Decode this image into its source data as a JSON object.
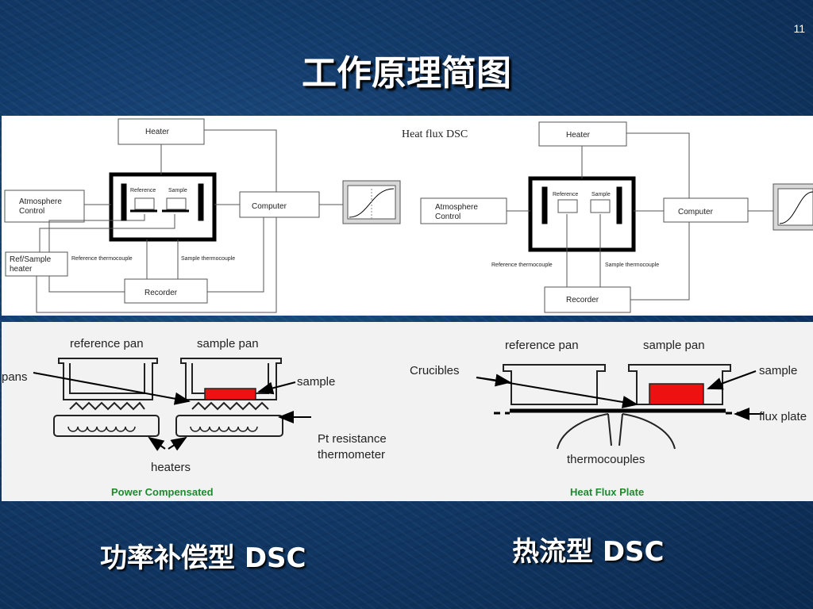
{
  "slide": {
    "page_number": "11",
    "title": "工作原理简图"
  },
  "top_left": {
    "heater": "Heater",
    "atmosphere_line1": "Atmosphere",
    "atmosphere_line2": "Control",
    "reference": "Reference",
    "sample": "Sample",
    "computer": "Computer",
    "ref_sample_heater_line1": "Ref/Sample",
    "ref_sample_heater_line2": "heater",
    "reference_thermocouple": "Reference thermocouple",
    "sample_thermocouple": "Sample thermocouple",
    "recorder": "Recorder"
  },
  "top_right": {
    "label": "Heat flux DSC",
    "heater": "Heater",
    "atmosphere_line1": "Atmosphere",
    "atmosphere_line2": "Control",
    "reference": "Reference",
    "sample": "Sample",
    "computer": "Computer",
    "reference_thermocouple": "Reference thermocouple",
    "sample_thermocouple": "Sample thermocouple",
    "recorder": "Recorder"
  },
  "bottom_left": {
    "reference_pan": "reference pan",
    "sample_pan": "sample pan",
    "pans": "pans",
    "sample": "sample",
    "pt_line1": "Pt resistance",
    "pt_line2": "thermometer",
    "heaters": "heaters",
    "caption": "Power Compensated"
  },
  "bottom_right": {
    "reference_pan": "reference pan",
    "sample_pan": "sample pan",
    "crucibles": "Crucibles",
    "sample": "sample",
    "flux_plate": "flux plate",
    "thermocouples": "thermocouples",
    "caption": "Heat Flux Plate"
  },
  "captions": {
    "left": "功率补偿型 DSC",
    "right": "热流型 DSC"
  },
  "colors": {
    "sample_fill": "#ee1111",
    "caption_green": "#1e8a2e",
    "title_white": "#ffffff"
  }
}
